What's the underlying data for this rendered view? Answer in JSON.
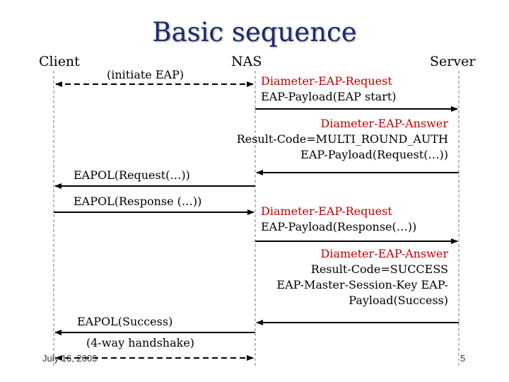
{
  "title": "Basic sequence",
  "actors": {
    "client": "Client",
    "nas": "NAS",
    "server": "Server"
  },
  "messages": {
    "m1": "(initiate EAP)",
    "m2": [
      "Diameter-EAP-Request",
      "EAP-Payload(EAP start)"
    ],
    "m3": [
      "Diameter-EAP-Answer",
      "Result-Code=MULTI_ROUND_AUTH",
      "EAP-Payload(Request(…))"
    ],
    "m4": "EAPOL(Request(…))",
    "m5": "EAPOL(Response (…))",
    "m6": [
      "Diameter-EAP-Request",
      "EAP-Payload(Response(…))"
    ],
    "m7": [
      "Diameter-EAP-Answer",
      "Result-Code=SUCCESS",
      "EAP-Master-Session-Key EAP-",
      "Payload(Success)"
    ],
    "m8": "EAPOL(Success)",
    "m9": "(4-way handshake)"
  },
  "footer": {
    "date": "July 16, 2003",
    "page": "5"
  },
  "colors": {
    "title": "#1f2a6b",
    "highlight": "#c00000"
  }
}
